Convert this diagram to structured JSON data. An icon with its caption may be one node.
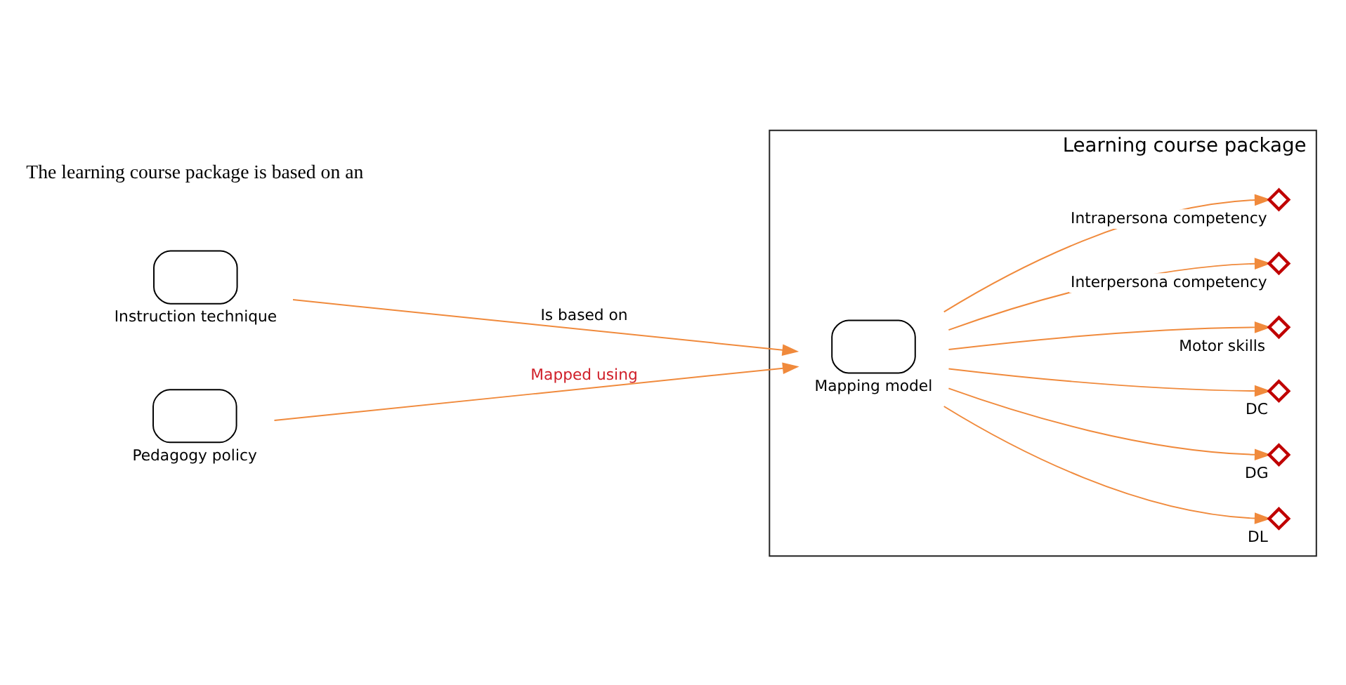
{
  "diagram": {
    "nodes": [
      {
        "text": [
          "Instruction technique"
        ]
      },
      {
        "text": [
          "Learning course package"
        ]
      },
      {
        "text": [
          "Pedagogy policy"
        ]
      },
      {
        "text": [
          "Mapping model"
        ],
        "in": 1
      },
      {
        "text": [
          "DL"
        ],
        "in": 1
      },
      {
        "text": [
          "DG"
        ],
        "in": 1
      },
      {
        "text": [
          "DC"
        ],
        "in": 1
      },
      {
        "text": [
          "Motor skills"
        ],
        "in": 1
      },
      {
        "text": [
          "Interpersona competency"
        ],
        "in": 1
      },
      {
        "text": [
          "Intrapersona competency"
        ],
        "in": 1
      }
    ],
    "edges": [
      {
        "from": 0,
        "to": 3,
        "arrow": "to",
        "label": "Is based on"
      },
      {
        "from": 2,
        "to": 3,
        "arrow": "to",
        "label": "Mapped using"
      },
      {
        "from": 3,
        "to": 4,
        "arrow": "to"
      },
      {
        "from": 3,
        "to": 5,
        "arrow": "to"
      },
      {
        "from": 3,
        "to": 6,
        "arrow": "to"
      },
      {
        "from": 3,
        "to": 7,
        "arrow": "to"
      },
      {
        "from": 3,
        "to": 8,
        "arrow": "to"
      },
      {
        "from": 3,
        "to": 9,
        "arrow": "to"
      }
    ],
    "labels": [
      "The learning course package is based on an"
    ]
  }
}
